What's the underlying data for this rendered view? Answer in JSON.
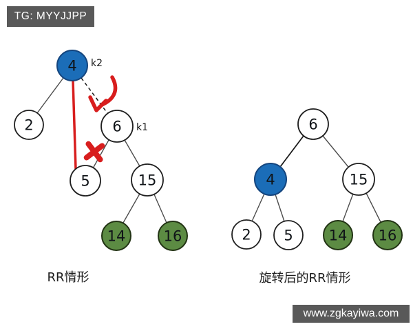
{
  "watermarks": {
    "top_left": "TG: MYYJJPP",
    "bottom_right": "www.zgkayiwa.com"
  },
  "left_tree": {
    "caption": "RR情形",
    "labels": {
      "k2": "k2",
      "k1": "k1"
    },
    "nodes": {
      "n4": "4",
      "n2": "2",
      "n6": "6",
      "n5": "5",
      "n15": "15",
      "n14": "14",
      "n16": "16"
    }
  },
  "right_tree": {
    "caption": "旋转后的RR情形",
    "nodes": {
      "n6": "6",
      "n4": "4",
      "n15": "15",
      "n2": "2",
      "n5": "5",
      "n14": "14",
      "n16": "16"
    }
  },
  "colors": {
    "node_blue": "#1b6db8",
    "node_green": "#5c8b43",
    "highlight_red": "#d81e1e",
    "badge_bg": "#595959",
    "badge_text": "#ffffff"
  }
}
